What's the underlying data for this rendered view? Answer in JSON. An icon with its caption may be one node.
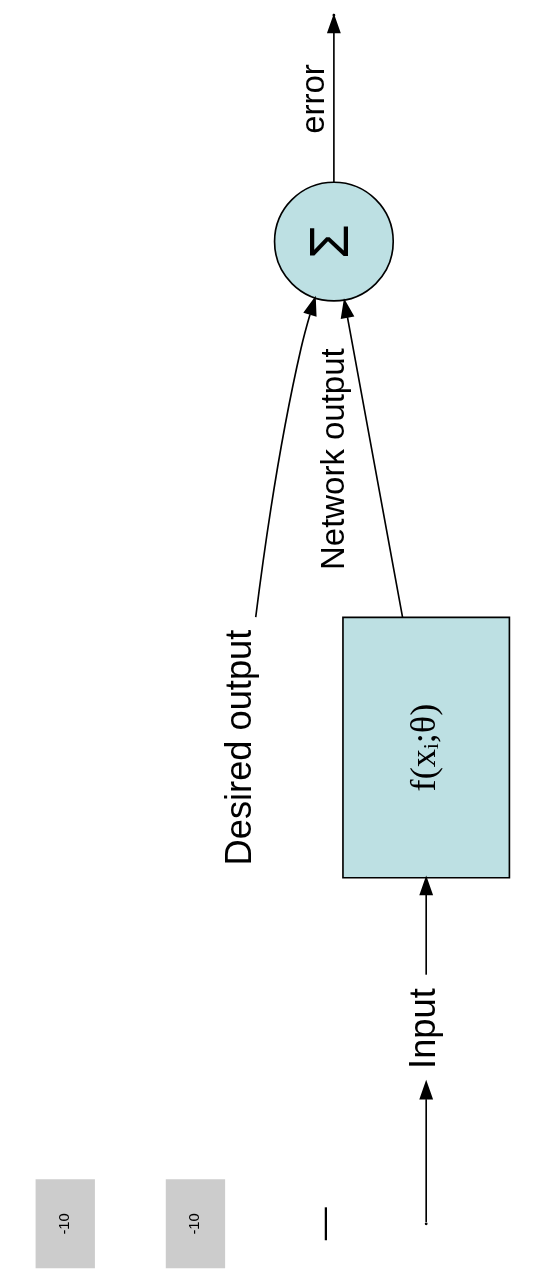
{
  "diagram": {
    "nodes": [
      {
        "text": [
          "Input"
        ]
      },
      {
        "text": [
          "f(xᵢ;θ)"
        ]
      },
      {
        "text": [
          "Σ"
        ]
      },
      {
        "text": [
          "Desired output"
        ]
      }
    ],
    "edges": [
      {
        "from": null,
        "to": 0,
        "arrow": "to"
      },
      {
        "from": 0,
        "to": 1,
        "arrow": "to"
      },
      {
        "from": 1,
        "to": 2,
        "arrow": "to",
        "label": "Network output"
      },
      {
        "from": 3,
        "to": 2,
        "arrow": "to"
      },
      {
        "from": 2,
        "to": null,
        "arrow": "to",
        "label": "error"
      }
    ],
    "labels": [
      "—",
      "-10",
      "-10"
    ]
  }
}
